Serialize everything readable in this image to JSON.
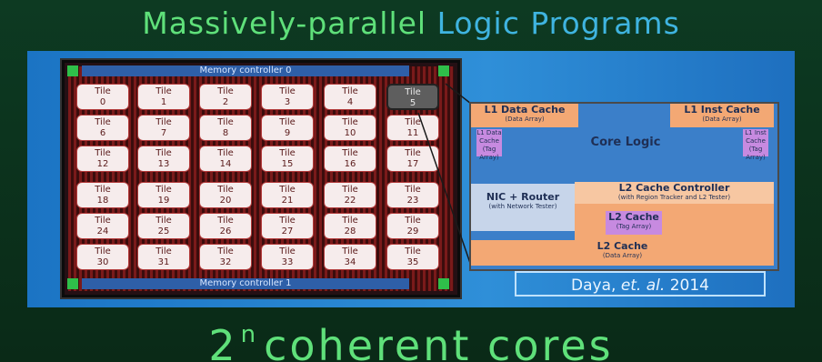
{
  "title": {
    "part1": "Massively-parallel",
    "part2": "Logic Programs"
  },
  "chip": {
    "memory_top": "Memory controller 0",
    "memory_bottom": "Memory controller 1",
    "tiles": [
      {
        "word": "Tile",
        "num": "0"
      },
      {
        "word": "Tile",
        "num": "1"
      },
      {
        "word": "Tile",
        "num": "2"
      },
      {
        "word": "Tile",
        "num": "3"
      },
      {
        "word": "Tile",
        "num": "4"
      },
      {
        "word": "Tile",
        "num": "5"
      },
      {
        "word": "Tile",
        "num": "6"
      },
      {
        "word": "Tile",
        "num": "7"
      },
      {
        "word": "Tile",
        "num": "8"
      },
      {
        "word": "Tile",
        "num": "9"
      },
      {
        "word": "Tile",
        "num": "10"
      },
      {
        "word": "Tile",
        "num": "11"
      },
      {
        "word": "Tile",
        "num": "12"
      },
      {
        "word": "Tile",
        "num": "13"
      },
      {
        "word": "Tile",
        "num": "14"
      },
      {
        "word": "Tile",
        "num": "15"
      },
      {
        "word": "Tile",
        "num": "16"
      },
      {
        "word": "Tile",
        "num": "17"
      },
      {
        "word": "Tile",
        "num": "18"
      },
      {
        "word": "Tile",
        "num": "19"
      },
      {
        "word": "Tile",
        "num": "20"
      },
      {
        "word": "Tile",
        "num": "21"
      },
      {
        "word": "Tile",
        "num": "22"
      },
      {
        "word": "Tile",
        "num": "23"
      },
      {
        "word": "Tile",
        "num": "24"
      },
      {
        "word": "Tile",
        "num": "25"
      },
      {
        "word": "Tile",
        "num": "26"
      },
      {
        "word": "Tile",
        "num": "27"
      },
      {
        "word": "Tile",
        "num": "28"
      },
      {
        "word": "Tile",
        "num": "29"
      },
      {
        "word": "Tile",
        "num": "30"
      },
      {
        "word": "Tile",
        "num": "31"
      },
      {
        "word": "Tile",
        "num": "32"
      },
      {
        "word": "Tile",
        "num": "33"
      },
      {
        "word": "Tile",
        "num": "34"
      },
      {
        "word": "Tile",
        "num": "35"
      }
    ],
    "highlighted_tile": "5"
  },
  "core": {
    "l1_data": {
      "title": "L1 Data Cache",
      "sub": "(Data Array)"
    },
    "l1_inst": {
      "title": "L1 Inst Cache",
      "sub": "(Data Array)"
    },
    "l1d_tag": "L1 Data Cache (Tag Array)",
    "l1i_tag": "L1 Inst Cache (Tag Array)",
    "core_logic": "Core Logic",
    "nic": {
      "title": "NIC + Router",
      "sub": "(with Network Tester)"
    },
    "l2_ctrl": {
      "title": "L2 Cache Controller",
      "sub": "(with Region Tracker and L2 Tester)"
    },
    "l2_tag": {
      "title": "L2 Cache",
      "sub": "(Tag Array)"
    },
    "l2_data": {
      "title": "L2 Cache",
      "sub": "(Data Array)"
    }
  },
  "citation": {
    "author": "Daya,",
    "etal": "et. al.",
    "year": "2014"
  },
  "bottom": {
    "base": "2",
    "exp": "n",
    "rest": "coherent cores"
  },
  "colors": {
    "title_green": "#5fe07a",
    "title_blue": "#3fb4e0",
    "panel_blue": "#2f8fd8",
    "tile_border": "#b13a3a"
  }
}
